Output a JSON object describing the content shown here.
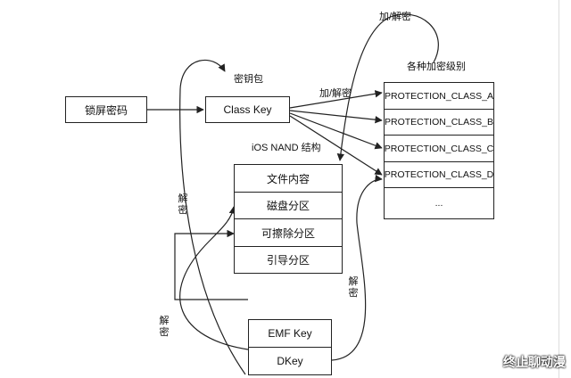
{
  "nodes": {
    "lock_password": "锁屏密码",
    "class_key": "Class Key",
    "classes": [
      "PROTECTION_CLASS_A",
      "PROTECTION_CLASS_B",
      "PROTECTION_CLASS_C",
      "PROTECTION_CLASS_D",
      "..."
    ],
    "nand": [
      "文件内容",
      "磁盘分区",
      "可擦除分区",
      "引导分区"
    ],
    "emf_key": "EMF Key",
    "dkey": "DKey"
  },
  "labels": {
    "keybag": "密钥包",
    "encrypt_decrypt_top": "加/解密",
    "encrypt_decrypt_mid": "加/解密",
    "class_levels": "各种加密级别",
    "ios_nand": "iOS NAND 结构",
    "decrypt_left": "解密",
    "decrypt_bottom": "解密",
    "decrypt_right": "解密"
  },
  "watermark": "终止聊动漫"
}
